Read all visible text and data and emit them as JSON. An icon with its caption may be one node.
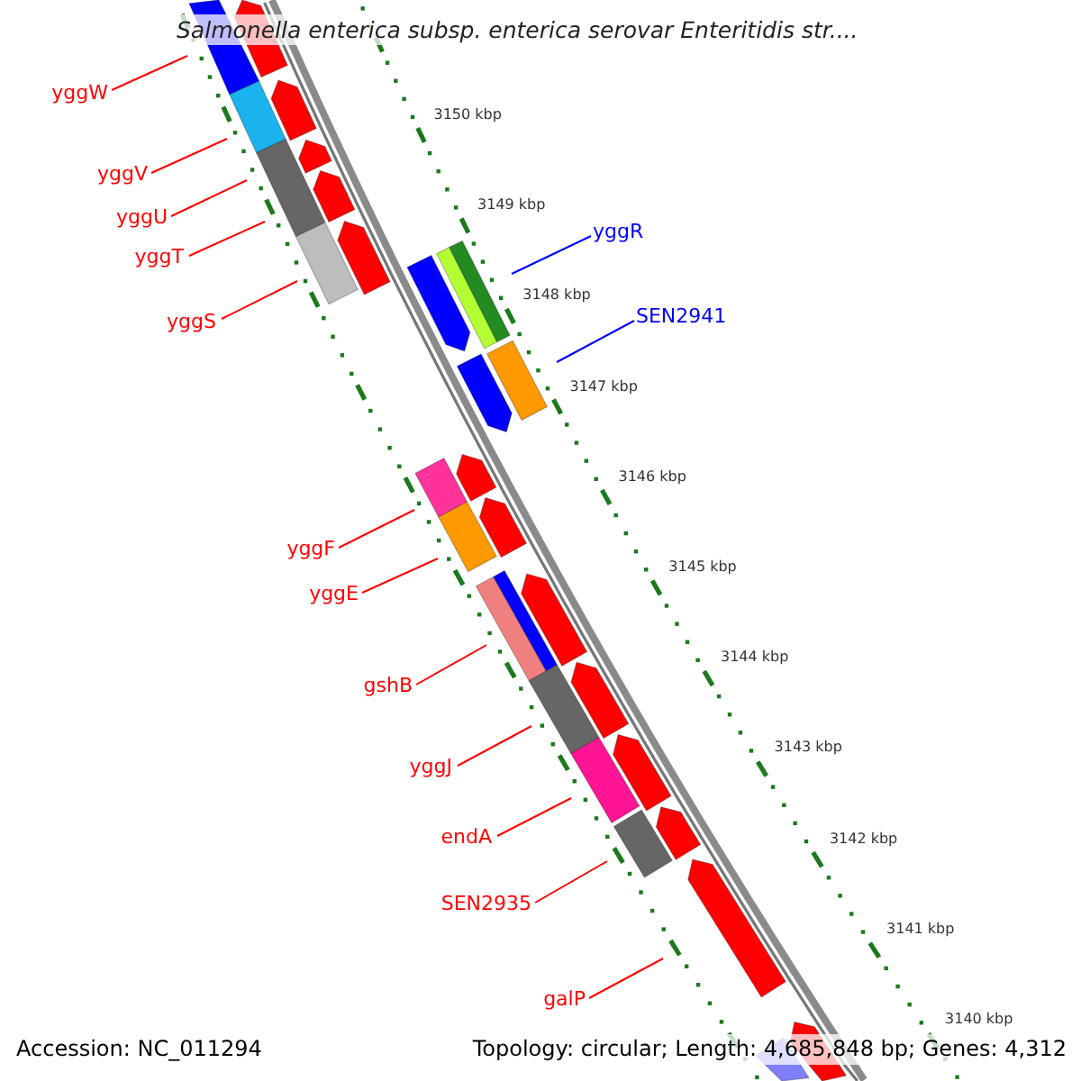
{
  "diagram": {
    "title": "Salmonella enterica subsp. enterica serovar Enteritidis str....",
    "nodes": [
      {
        "text": [
          "yggW"
        ]
      },
      {
        "text": [
          "yggV"
        ]
      },
      {
        "text": [
          "yggU"
        ]
      },
      {
        "text": [
          "yggR"
        ]
      },
      {
        "text": [
          "yggT"
        ]
      },
      {
        "text": [
          "SEN2941"
        ]
      },
      {
        "text": [
          "yggS"
        ]
      },
      {
        "text": [
          "yggF"
        ]
      },
      {
        "text": [
          "yggE"
        ]
      },
      {
        "text": [
          "gshB"
        ]
      },
      {
        "text": [
          "yggJ"
        ]
      },
      {
        "text": [
          "endA"
        ]
      },
      {
        "text": [
          "SEN2935"
        ]
      },
      {
        "text": [
          "galP"
        ]
      }
    ],
    "edges": [
      {
        "from": 0,
        "to": null,
        "arrow": "none"
      },
      {
        "from": 1,
        "to": null,
        "arrow": "none"
      },
      {
        "from": 2,
        "to": null,
        "arrow": "none"
      },
      {
        "from": 3,
        "to": null,
        "arrow": "none",
        "color": "#0000ff"
      },
      {
        "from": 4,
        "to": null,
        "arrow": "none"
      },
      {
        "from": 5,
        "to": null,
        "arrow": "none",
        "color": "#0000ff"
      },
      {
        "from": 6,
        "to": null,
        "arrow": "none"
      },
      {
        "from": 7,
        "to": null,
        "arrow": "none"
      },
      {
        "from": 8,
        "to": null,
        "arrow": "none"
      },
      {
        "from": 9,
        "to": null,
        "arrow": "none"
      },
      {
        "from": 10,
        "to": null,
        "arrow": "none"
      },
      {
        "from": 11,
        "to": null,
        "arrow": "none"
      },
      {
        "from": 12,
        "to": null,
        "arrow": "none"
      },
      {
        "from": 13,
        "to": null,
        "arrow": "none"
      }
    ],
    "labels": [
      "3150 kbp",
      "3149 kbp",
      "3148 kbp",
      "3147 kbp",
      "3146 kbp",
      "3145 kbp",
      "3144 kbp",
      "3143 kbp",
      "3142 kbp",
      "3141 kbp",
      "3140 kbp",
      "Accession: NC_011294",
      "Topology: circular; Length: 4,685,848 bp; Genes: 4,312"
    ]
  }
}
